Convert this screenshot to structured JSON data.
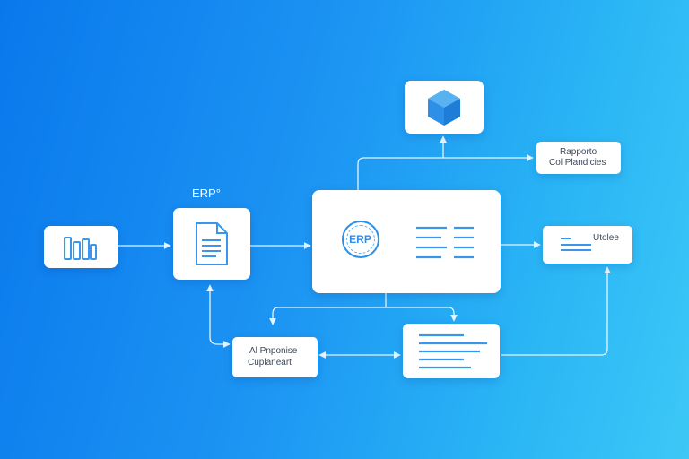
{
  "diagram": {
    "erp_label": "ERP°",
    "erp_hub_badge": "ERP",
    "top_right_node": {
      "line1": "Rapporto",
      "line2": "Col Plandicies"
    },
    "right_node_text": "Utolee",
    "bottom_left_node": {
      "line1": "Al Pnponise",
      "line2": "Cuplaneart"
    }
  },
  "colors": {
    "accent": "#2e8fe8",
    "accent_light": "#58b2f2",
    "connector": "#e8f4ff",
    "node_bg": "#ffffff"
  },
  "icons": {
    "bar_chart_node": "bar-chart-icon",
    "document_node": "document-icon",
    "cube_node": "cube-icon",
    "erp_badge": "erp-badge-icon",
    "list": "list-icon"
  }
}
